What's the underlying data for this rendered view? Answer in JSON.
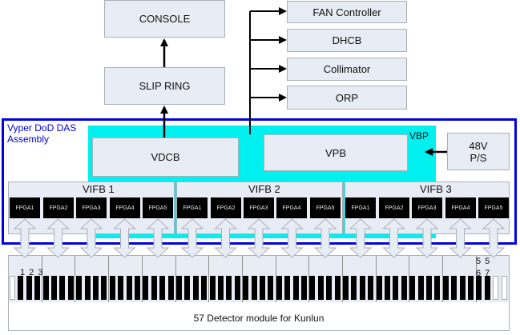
{
  "top_blocks": {
    "console": "CONSOLE",
    "slip_ring": "SLIP RING"
  },
  "peripherals": [
    "FAN Controller",
    "DHCB",
    "Collimator",
    "ORP"
  ],
  "assembly": {
    "label_line1": "Vyper DoD DAS",
    "label_line2": "Assembly",
    "vbp_label": "VBP",
    "vdcb": "VDCB",
    "vpb": "VPB",
    "power_line1": "48V",
    "power_line2": "P/S"
  },
  "vifb_boards": [
    {
      "label": "VIFB 1",
      "fpgas": [
        "FPGA1",
        "FPGA2",
        "FPGA3",
        "FPGA4",
        "FPGA5"
      ]
    },
    {
      "label": "VIFB 2",
      "fpgas": [
        "FPGA1",
        "FPGA2",
        "FPGA3",
        "FPGA4",
        "FPGA5"
      ]
    },
    {
      "label": "VIFB 3",
      "fpgas": [
        "FPGA1",
        "FPGA2",
        "FPGA3",
        "FPGA4",
        "FPGA5"
      ]
    }
  ],
  "detector": {
    "first_numbers": "1 2 3",
    "last_numbers_top": "5 5",
    "last_numbers_bottom": "6 7",
    "module_count": 57,
    "caption": "57 Detector module for Kunlun"
  },
  "colors": {
    "assembly_border": "#0000e0",
    "vbp_fill": "#00f0f0",
    "box_fill": "#e8ecf5",
    "fpga_fill": "#000000"
  }
}
